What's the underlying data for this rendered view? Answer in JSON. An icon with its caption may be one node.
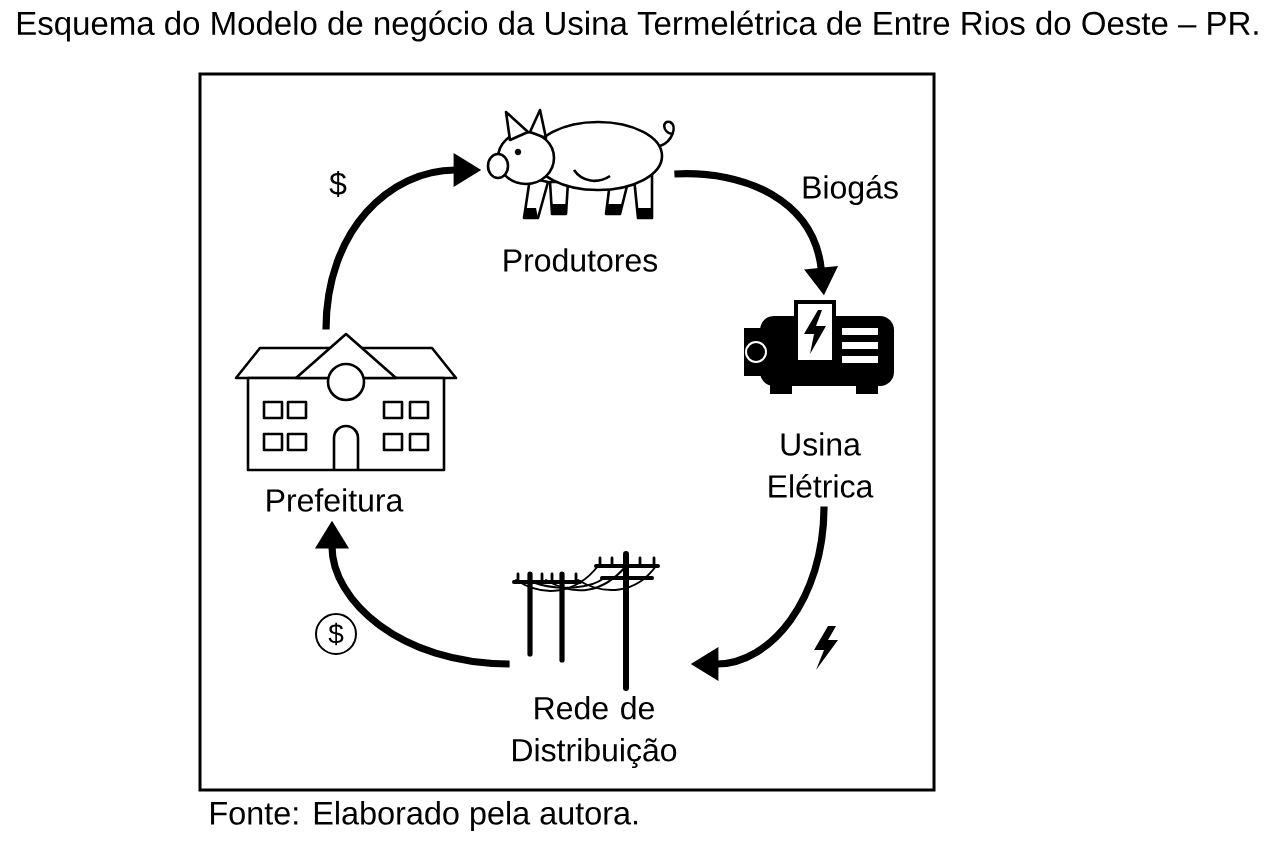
{
  "diagram": {
    "title": "Esquema do Modelo de negócio da Usina Termelétrica de Entre Rios do Oeste – PR.",
    "caption": "Fonte: Elaborado pela autora.",
    "nodes": [
      {
        "text": [
          "Produtores"
        ]
      },
      {
        "text": [
          "Usina Elétrica"
        ]
      },
      {
        "text": [
          "Rede de Distribuição"
        ]
      },
      {
        "text": [
          "Prefeitura"
        ]
      }
    ],
    "edges": [
      {
        "from": 3,
        "to": 0,
        "arrow": "to",
        "label": "$"
      },
      {
        "from": 0,
        "to": 1,
        "arrow": "to",
        "label": "Biogás"
      },
      {
        "from": 1,
        "to": 2,
        "arrow": "to"
      },
      {
        "from": 2,
        "to": 3,
        "arrow": "to",
        "label": "$"
      }
    ]
  }
}
